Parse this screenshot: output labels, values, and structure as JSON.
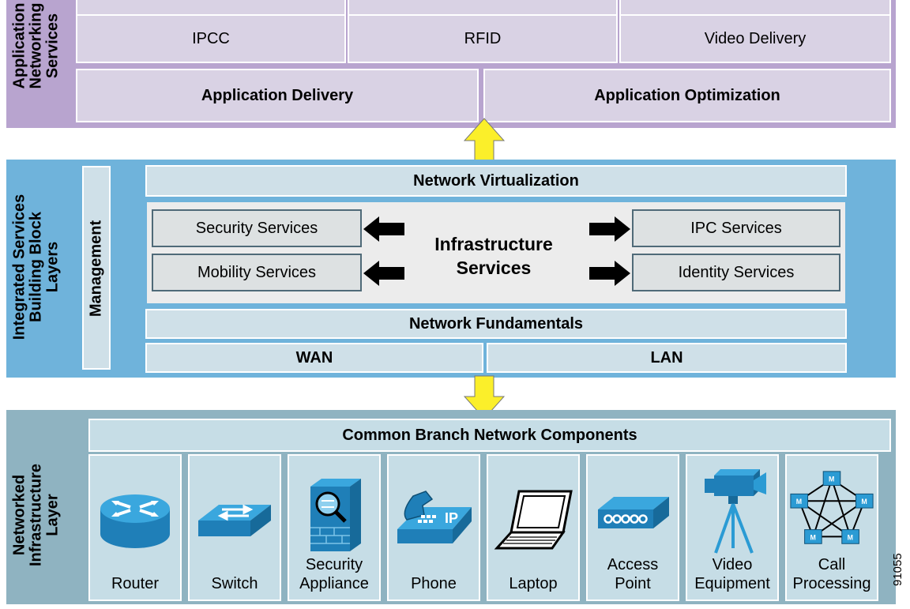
{
  "app_layer": {
    "label": "Application\nNetworking\nServices",
    "top_row": [
      "IPCC",
      "RFID",
      "Video Delivery"
    ],
    "bottom_row": [
      "Application Delivery",
      "Application Optimization"
    ]
  },
  "isb_layer": {
    "label": "Integrated Services\nBuilding Block\nLayers",
    "management": "Management",
    "virtualization": "Network Virtualization",
    "infrastructure_title": "Infrastructure\nServices",
    "left_services": [
      "Security Services",
      "Mobility Services"
    ],
    "right_services": [
      "IPC Services",
      "Identity Services"
    ],
    "fundamentals": "Network Fundamentals",
    "wan": "WAN",
    "lan": "LAN"
  },
  "infra_layer": {
    "label": "Networked\nInfrastructure\nLayer",
    "header": "Common Branch Network Components",
    "components": [
      {
        "label": "Router",
        "icon": "router-icon"
      },
      {
        "label": "Switch",
        "icon": "switch-icon"
      },
      {
        "label": "Security\nAppliance",
        "icon": "security-appliance-icon"
      },
      {
        "label": "Phone",
        "icon": "ip-phone-icon"
      },
      {
        "label": "Laptop",
        "icon": "laptop-icon"
      },
      {
        "label": "Access\nPoint",
        "icon": "access-point-icon"
      },
      {
        "label": "Video\nEquipment",
        "icon": "video-camera-icon"
      },
      {
        "label": "Call\nProcessing",
        "icon": "call-processing-icon"
      }
    ]
  },
  "phone_badge": "IP",
  "call_node_letter": "M",
  "figure_number": "91055",
  "colors": {
    "app_layer": "#b8a4cf",
    "isb_layer": "#6fb3db",
    "infra_layer": "#8fb3c1",
    "arrow_yellow": "#fbef2a",
    "icon_blue": "#2b9bd4"
  }
}
